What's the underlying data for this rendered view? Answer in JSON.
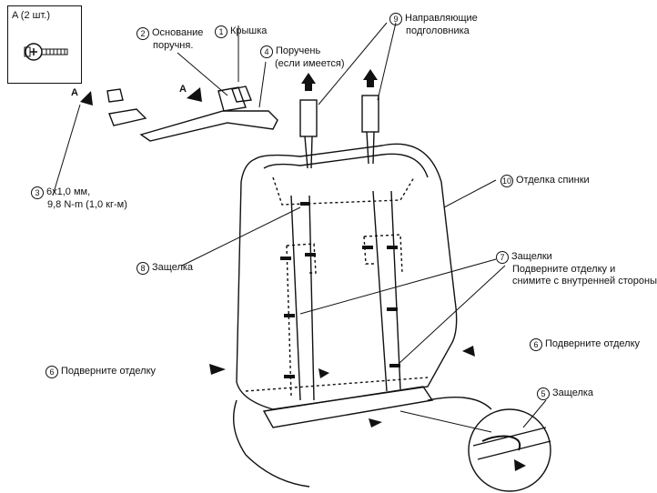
{
  "inset": {
    "title": "A (2 шт.)"
  },
  "callout_a": "A",
  "labels": {
    "cover": {
      "num": "1",
      "text": "Крышка"
    },
    "armrest_base": {
      "num": "2",
      "line1": "Основание",
      "line2": "поручня."
    },
    "bolt": {
      "num": "3",
      "line1": "6x1,0 мм,",
      "line2": "9,8 N-m (1,0 кг-м)"
    },
    "armrest": {
      "num": "4",
      "line1": "Поручень",
      "line2": "(если имеется)"
    },
    "latch_bottom": {
      "num": "5",
      "text": "Защелка"
    },
    "fold_left": {
      "num": "6",
      "text": "Подверните отделку"
    },
    "fold_right": {
      "num": "6",
      "text": "Подверните отделку"
    },
    "latches": {
      "num": "7",
      "line1": "Защелки",
      "line2": "Подверните отделку и",
      "line3": "снимите с внутренней стороны"
    },
    "latch_left": {
      "num": "8",
      "text": "Защелка"
    },
    "guides": {
      "num": "9",
      "line1": "Направляющие",
      "line2": "подголовника"
    },
    "back_trim": {
      "num": "10",
      "text": "Отделка спинки"
    }
  }
}
